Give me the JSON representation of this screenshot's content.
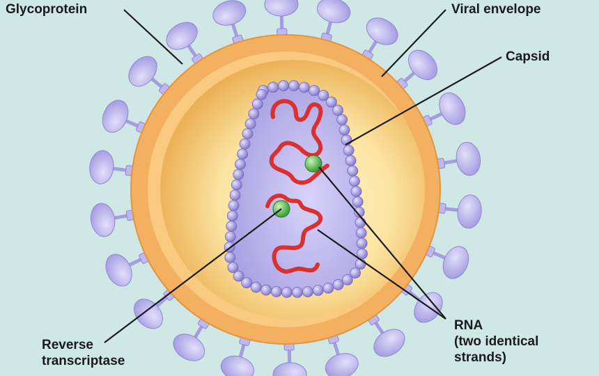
{
  "labels": {
    "glycoprotein": "Glycoprotein",
    "viral_envelope": "Viral envelope",
    "capsid": "Capsid",
    "reverse_transcriptase": [
      "Reverse",
      "transcriptase"
    ],
    "rna": [
      "RNA",
      "(two identical",
      "strands)"
    ]
  },
  "colors": {
    "background": "#cfe8e6",
    "envelope": "#f2ad5a",
    "envelope_inner": "#fbe6a8",
    "capsid": "#b7b0ec",
    "capsid_bead": "#9c93dd",
    "glycoprotein": "#b9b2e9",
    "rna": "#d93030",
    "enzyme": "#4cb848",
    "leader_line": "#1a1a1a"
  }
}
